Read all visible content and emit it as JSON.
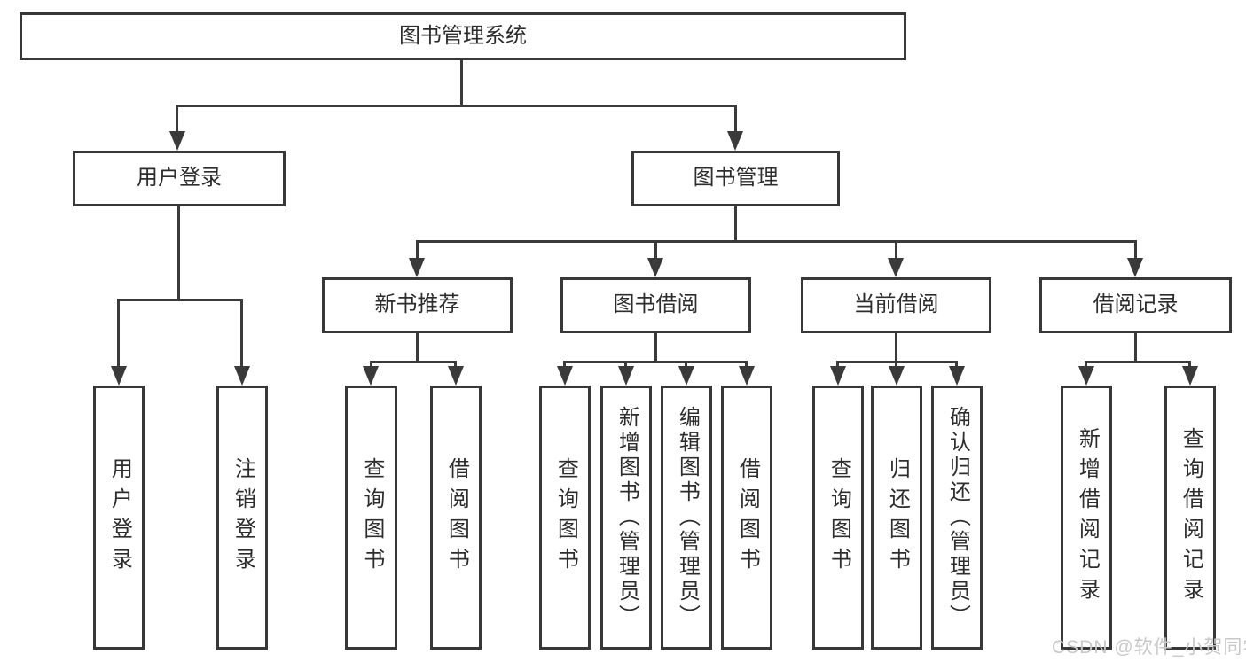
{
  "colors": {
    "line": "#3a3a3a",
    "border": "#383838",
    "box_fill": "#ffffff",
    "text": "#2d2d2d",
    "watermark": "#c8c8c8"
  },
  "nodes": {
    "root": "图书管理系统",
    "user_login": "用户登录",
    "book_mgmt": "图书管理",
    "new_book_rec": "新书推荐",
    "book_borrow": "图书借阅",
    "current_borrow": "当前借阅",
    "borrow_record": "借阅记录",
    "leaf_user_login": "用户登录",
    "leaf_logout": "注销登录",
    "leaf_query_book_a": "查询图书",
    "leaf_borrow_book_a": "借阅图书",
    "leaf_query_book_b": "查询图书",
    "leaf_add_book": "新增图书（管理员）",
    "leaf_edit_book": "编辑图书（管理员）",
    "leaf_borrow_book_b": "借阅图书",
    "leaf_query_book_c": "查询图书",
    "leaf_return_book": "归还图书",
    "leaf_confirm_return": "确认归还（管理员）",
    "leaf_add_record": "新增借阅记录",
    "leaf_query_record": "查询借阅记录"
  },
  "watermark": "CSDN @软件_小贺同学"
}
